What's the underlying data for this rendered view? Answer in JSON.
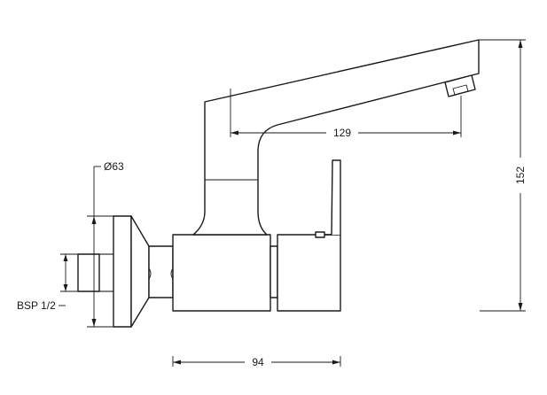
{
  "dimensions": {
    "spout_reach": "129",
    "height": "152",
    "diameter": "Ø63",
    "width": "94",
    "thread": "BSP 1/2"
  }
}
